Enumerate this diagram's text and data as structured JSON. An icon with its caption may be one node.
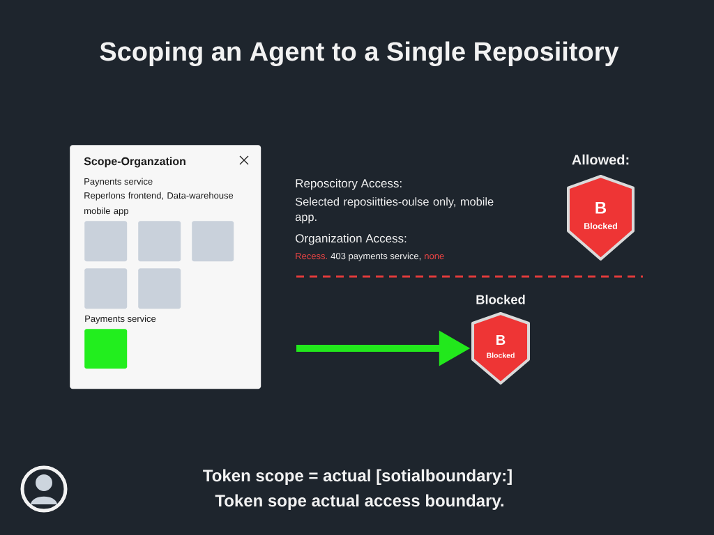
{
  "diagram": {
    "title": "Scoping an Agent to a Single Reposiitory",
    "nodes": [
      {
        "text": [
          "Scope-Organzation",
          "Paynents service",
          "Reperlons frontend, Data-warehouse mobile app"
        ]
      },
      {
        "text": [],
        "shape": "box",
        "in": 0
      },
      {
        "text": [],
        "shape": "box",
        "in": 0
      },
      {
        "text": [],
        "shape": "box",
        "in": 0
      },
      {
        "text": [],
        "shape": "box",
        "in": 0
      },
      {
        "text": [],
        "shape": "box",
        "in": 0
      },
      {
        "text": [],
        "shape": "box",
        "in": 0,
        "beside": [
          "Payments service"
        ]
      },
      {
        "text": [
          "Allowed:",
          "B",
          "Blocked"
        ]
      },
      {
        "text": [
          "Blocked",
          "B",
          "Blocked"
        ]
      }
    ],
    "edges": [
      {
        "from": null,
        "to": 8,
        "arrow": "to",
        "color": "#22e81c"
      }
    ],
    "labels": [
      "Reposcitory Access:",
      "Selected reposiitties-oulse only, mobile app.",
      "Organization Access:",
      "Recess.",
      "403 payments service,",
      "none",
      "Token scope = actual [sotialboundary:]",
      "Token sope actual access boundary."
    ]
  }
}
